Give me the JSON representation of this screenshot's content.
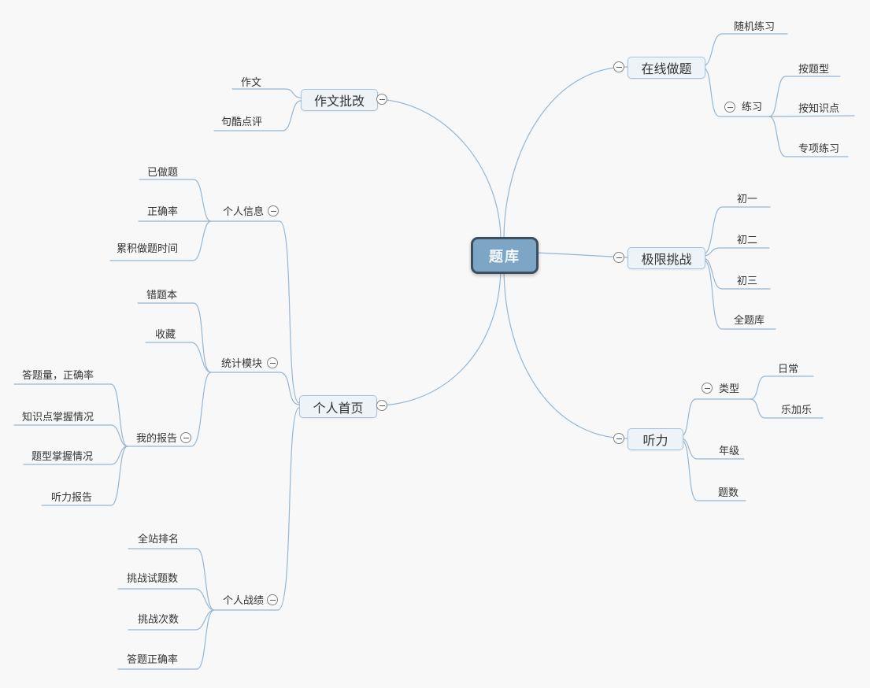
{
  "map": {
    "root": {
      "label": "题库"
    },
    "right": [
      {
        "label": "在线做题",
        "children": [
          {
            "label": "随机练习"
          },
          {
            "label": "练习",
            "children": [
              {
                "label": "按题型"
              },
              {
                "label": "按知识点"
              },
              {
                "label": "专项练习"
              }
            ]
          }
        ]
      },
      {
        "label": "极限挑战",
        "children": [
          {
            "label": "初一"
          },
          {
            "label": "初二"
          },
          {
            "label": "初三"
          },
          {
            "label": "全题库"
          }
        ]
      },
      {
        "label": "听力",
        "children": [
          {
            "label": "类型",
            "children": [
              {
                "label": "日常"
              },
              {
                "label": "乐加乐"
              }
            ]
          },
          {
            "label": "年级"
          },
          {
            "label": "题数"
          }
        ]
      }
    ],
    "left": [
      {
        "label": "作文批改",
        "children": [
          {
            "label": "作文"
          },
          {
            "label": "句酷点评"
          }
        ]
      },
      {
        "label": "个人首页",
        "children": [
          {
            "label": "个人信息",
            "children": [
              {
                "label": "已做题"
              },
              {
                "label": "正确率"
              },
              {
                "label": "累积做题时间"
              }
            ]
          },
          {
            "label": "统计模块",
            "children": [
              {
                "label": "错题本"
              },
              {
                "label": "收藏"
              },
              {
                "label": "我的报告",
                "children": [
                  {
                    "label": "答题量，正确率"
                  },
                  {
                    "label": "知识点掌握情况"
                  },
                  {
                    "label": "题型掌握情况"
                  },
                  {
                    "label": "听力报告"
                  }
                ]
              }
            ]
          },
          {
            "label": "个人战绩",
            "children": [
              {
                "label": "全站排名"
              },
              {
                "label": "挑战试题数"
              },
              {
                "label": "挑战次数"
              },
              {
                "label": "答题正确率"
              }
            ]
          }
        ]
      }
    ],
    "colors": {
      "background": "#f8f8f8",
      "line": "#94b7d4",
      "root_fill": "#7da6c6",
      "root_border": "#3f4e5d",
      "topic_fill": "#eef3f8",
      "topic_border": "#a8c4dc",
      "text": "#333333"
    }
  }
}
